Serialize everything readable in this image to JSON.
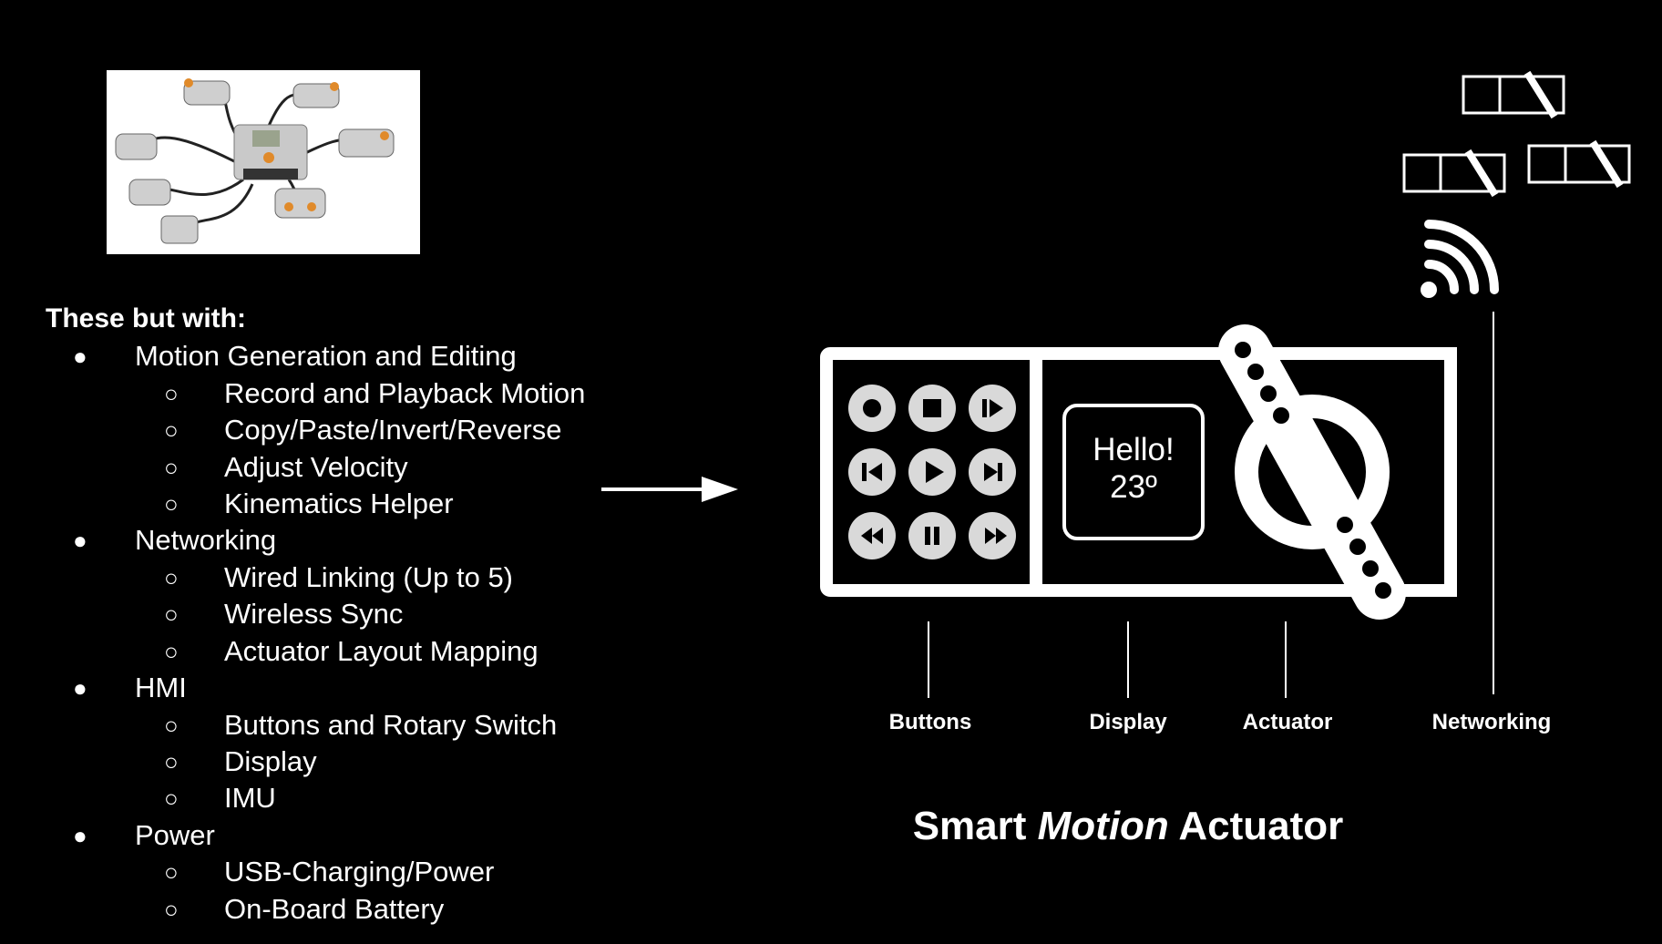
{
  "features": {
    "heading": "These but with:",
    "groups": [
      {
        "label": "Motion Generation and Editing",
        "items": [
          "Record and Playback Motion",
          "Copy/Paste/Invert/Reverse",
          "Adjust Velocity",
          "Kinematics Helper"
        ]
      },
      {
        "label": "Networking",
        "items": [
          "Wired Linking (Up to 5)",
          "Wireless Sync",
          "Actuator Layout Mapping"
        ]
      },
      {
        "label": "HMI",
        "items": [
          "Buttons and Rotary Switch",
          "Display",
          "IMU"
        ]
      },
      {
        "label": "Power",
        "items": [
          "USB-Charging/Power",
          "On-Board Battery"
        ]
      }
    ]
  },
  "device": {
    "screen_line1": "Hello!",
    "screen_line2": "23º",
    "labels": {
      "buttons": "Buttons",
      "display": "Display",
      "actuator": "Actuator",
      "networking": "Networking"
    },
    "title_prefix": "Smart",
    "title_emphasis": "Motion",
    "title_suffix": "Actuator"
  },
  "icons": [
    "record-icon",
    "stop-icon",
    "step-forward-icon",
    "skip-back-icon",
    "play-icon",
    "skip-forward-icon",
    "rewind-icon",
    "pause-icon",
    "fast-forward-icon",
    "wifi-icon",
    "arrow-right-icon"
  ]
}
